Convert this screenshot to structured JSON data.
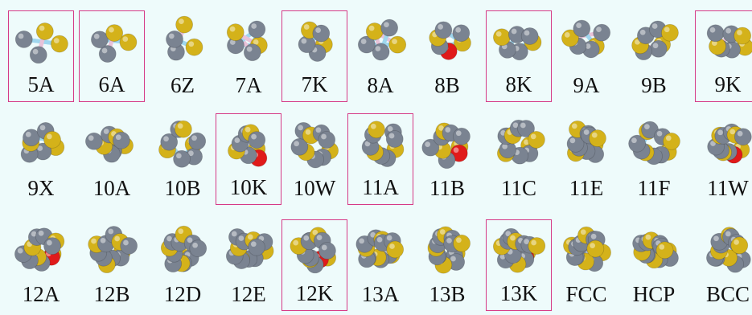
{
  "colors": {
    "background": "#eefbfb",
    "highlight_border": "#d63a86",
    "gray_atom": "#7a8391",
    "yellow_atom": "#d4b21a",
    "red_atom": "#e01a1a",
    "bond_blue": "#9fd6ee",
    "bond_pink": "#e8c2d8"
  },
  "clusters": [
    {
      "label": "5A",
      "highlighted": true
    },
    {
      "label": "6A",
      "highlighted": true
    },
    {
      "label": "6Z",
      "highlighted": false
    },
    {
      "label": "7A",
      "highlighted": false
    },
    {
      "label": "7K",
      "highlighted": true
    },
    {
      "label": "8A",
      "highlighted": false
    },
    {
      "label": "8B",
      "highlighted": false
    },
    {
      "label": "8K",
      "highlighted": true
    },
    {
      "label": "9A",
      "highlighted": false
    },
    {
      "label": "9B",
      "highlighted": false
    },
    {
      "label": "9K",
      "highlighted": true
    },
    {
      "label": "9X",
      "highlighted": false
    },
    {
      "label": "10A",
      "highlighted": false
    },
    {
      "label": "10B",
      "highlighted": false
    },
    {
      "label": "10K",
      "highlighted": true
    },
    {
      "label": "10W",
      "highlighted": false
    },
    {
      "label": "11A",
      "highlighted": true
    },
    {
      "label": "11B",
      "highlighted": false
    },
    {
      "label": "11C",
      "highlighted": false
    },
    {
      "label": "11E",
      "highlighted": false
    },
    {
      "label": "11F",
      "highlighted": false
    },
    {
      "label": "11W",
      "highlighted": false
    },
    {
      "label": "12A",
      "highlighted": false
    },
    {
      "label": "12B",
      "highlighted": false
    },
    {
      "label": "12D",
      "highlighted": false
    },
    {
      "label": "12E",
      "highlighted": false
    },
    {
      "label": "12K",
      "highlighted": true
    },
    {
      "label": "13A",
      "highlighted": false
    },
    {
      "label": "13B",
      "highlighted": false
    },
    {
      "label": "13K",
      "highlighted": true
    },
    {
      "label": "FCC",
      "highlighted": false
    },
    {
      "label": "HCP",
      "highlighted": false
    },
    {
      "label": "BCC",
      "highlighted": false
    }
  ]
}
